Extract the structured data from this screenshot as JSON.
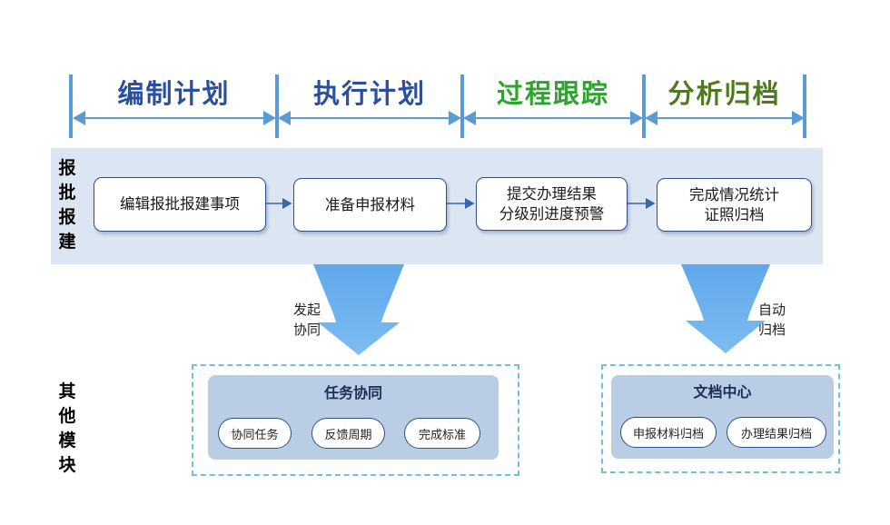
{
  "phases": [
    "编制计划",
    "执行计划",
    "过程跟踪",
    "分析归档"
  ],
  "phase_colors": [
    "#2a4fa0",
    "#2a4fa0",
    "#2ea32e",
    "#4e7a1e"
  ],
  "row_label": [
    "报",
    "批",
    "报",
    "建"
  ],
  "process_boxes": [
    [
      "编辑报批报建事项"
    ],
    [
      "准备申报材料"
    ],
    [
      "提交办理结果",
      "分级别进度预警"
    ],
    [
      "完成情况统计",
      "证照归档"
    ]
  ],
  "arrow_labels": {
    "left": [
      "发起",
      "协同"
    ],
    "right": [
      "自动",
      "归档"
    ]
  },
  "other_label": [
    "其",
    "他",
    "模",
    "块"
  ],
  "modules": {
    "task": {
      "title": "任务协同",
      "items": [
        "协同任务",
        "反馈周期",
        "完成标准"
      ]
    },
    "docs": {
      "title": "文档中心",
      "items": [
        "申报材料归档",
        "办理结果归档"
      ]
    }
  }
}
